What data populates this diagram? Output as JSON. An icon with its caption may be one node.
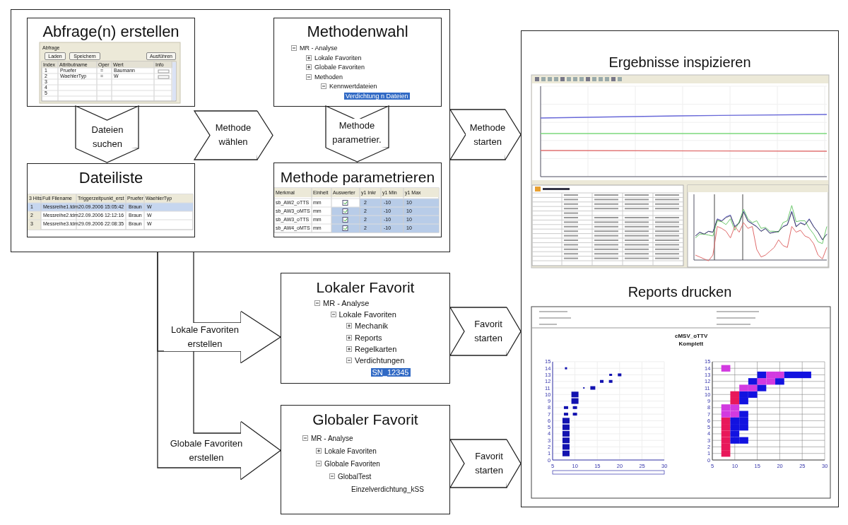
{
  "diagram": {
    "nodes": [
      {
        "text": [],
        "shape": "box"
      },
      {
        "text": [
          "Abfrage(n) erstellen"
        ],
        "in": 0
      },
      {
        "text": [
          "Dateiliste"
        ],
        "in": 0
      },
      {
        "text": [
          "Methodenwahl",
          "MR - Analyse",
          "Lokale Favoriten",
          "Globale Favoriten",
          "Methoden",
          "Kennwertdateien",
          "Verdichtung n Dateien"
        ],
        "in": 0
      },
      {
        "text": [
          "Methode parametrieren"
        ],
        "in": 0
      },
      {
        "text": [
          "Lokaler Favorit",
          "MR - Analyse",
          "Lokale Favoriten",
          "Mechanik",
          "Reports",
          "Regelkarten",
          "Verdichtungen",
          "SN_12345"
        ]
      },
      {
        "text": [
          "Globaler Favorit",
          "MR - Analyse",
          "Lokale Favoriten",
          "Globale Favoriten",
          "GlobalTest",
          "Einzelverdichtung_kSS"
        ]
      },
      {
        "text": [
          "Ergebnisse inspizieren",
          "Reports drucken"
        ]
      }
    ],
    "edges": [
      {
        "from": 1,
        "to": 2,
        "arrow": "to",
        "label": "Dateien suchen"
      },
      {
        "from": 1,
        "to": 3,
        "arrow": "to",
        "label": "Methode wählen"
      },
      {
        "from": 3,
        "to": 4,
        "arrow": "to",
        "label": "Methode parametrier."
      },
      {
        "from": 0,
        "to": 7,
        "arrow": "to",
        "label": "Methode starten"
      },
      {
        "from": 0,
        "to": 5,
        "arrow": "to",
        "label": "Lokale Favoriten erstellen"
      },
      {
        "from": 0,
        "to": 6,
        "arrow": "to",
        "label": "Globale Favoriten erstellen"
      },
      {
        "from": 5,
        "to": 7,
        "arrow": "to",
        "label": "Favorit starten"
      },
      {
        "from": 6,
        "to": 7,
        "arrow": "to",
        "label": "Favorit starten"
      }
    ],
    "labels": [
      "Abfrage",
      "Laden",
      "Speichern",
      "Ausführen",
      "Index",
      "Attributname",
      "Oper",
      "Wert",
      "Info",
      "1",
      "Pruefer",
      "=",
      "Baumann",
      "2",
      "WaehlerTyp",
      "=",
      "W",
      "3",
      "4",
      "5",
      "3 Hits",
      "Full Filename",
      "Triggerzeitpunkt_erst",
      "Pruefer",
      "WaehlerTyp",
      "1",
      "Messreihe1.tdm",
      "20.09.2006 15:05:42",
      "Braun",
      "W",
      "2",
      "Messreihe2.tdm",
      "22.09.2006 12:12:16",
      "Braun",
      "W",
      "3",
      "Messreihe3.tdm",
      "29.09.2006 22:08:35",
      "Braun",
      "W",
      "Merkmal",
      "Einheit",
      "Auswerter",
      "y1 Inkr",
      "y1 Min",
      "y1 Max",
      "sb_AW2_oTTS",
      "mm",
      "2",
      "-10",
      "10",
      "sb_AW3_oMTS",
      "mm",
      "2",
      "-10",
      "10",
      "sb_AW3_oTTS",
      "mm",
      "2",
      "-10",
      "10",
      "sb_AW4_oMTS",
      "mm",
      "2",
      "-10",
      "10",
      "cMSV_oTTV",
      "Komplett",
      "0",
      "1",
      "2",
      "3",
      "4",
      "5",
      "6",
      "7",
      "8",
      "9",
      "10",
      "11",
      "12",
      "13",
      "14",
      "15",
      "5",
      "10",
      "15",
      "20",
      "25",
      "30",
      "0",
      "1",
      "2",
      "3",
      "4",
      "5",
      "6",
      "7",
      "8",
      "9",
      "10",
      "11",
      "12",
      "13",
      "14",
      "15",
      "5",
      "10",
      "15",
      "20",
      "25",
      "30"
    ]
  }
}
